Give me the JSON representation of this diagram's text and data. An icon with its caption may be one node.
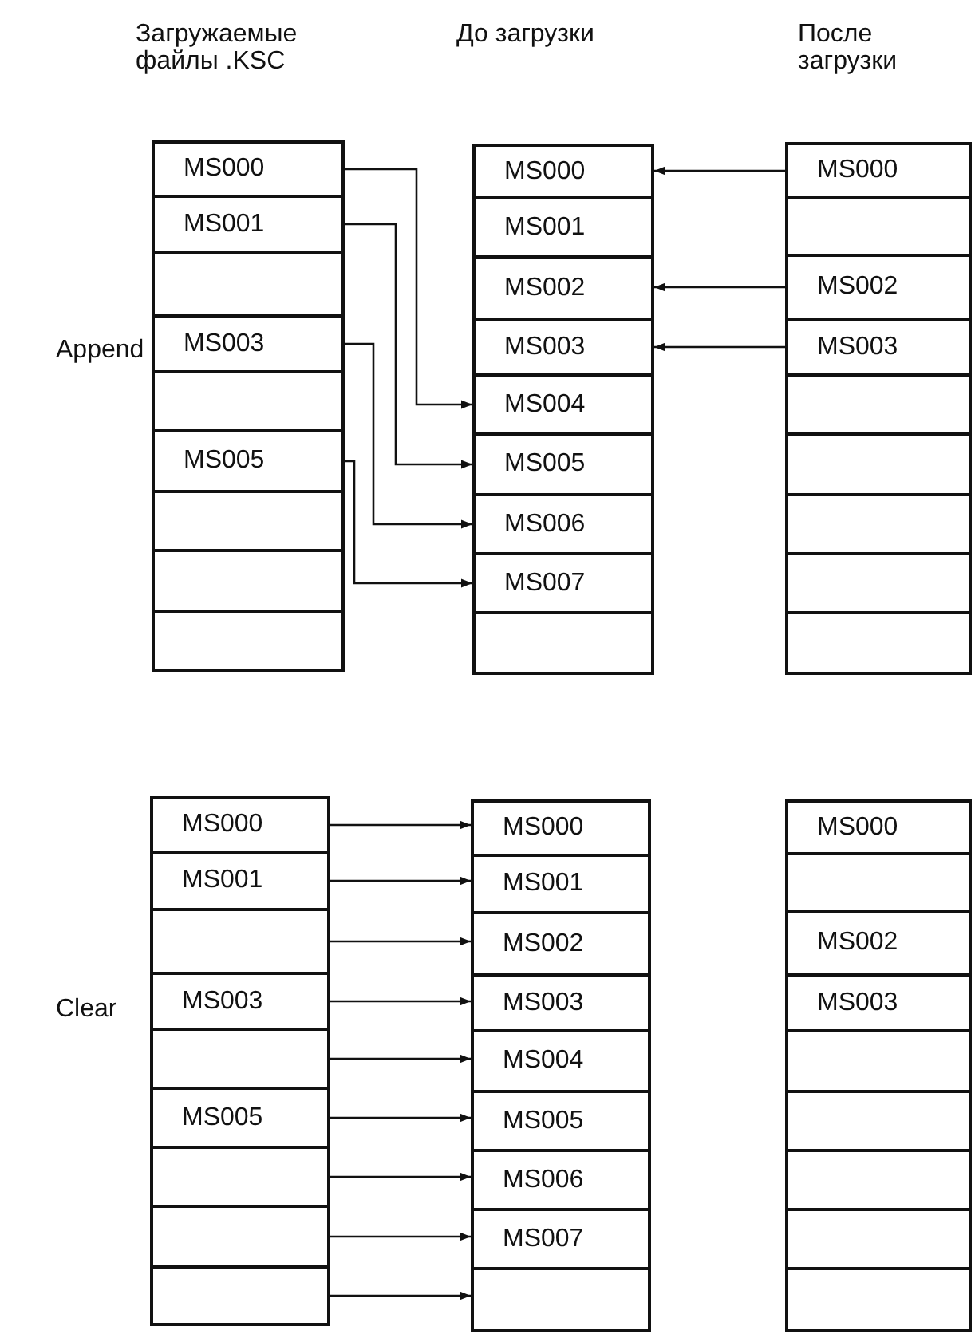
{
  "diagram": {
    "nodes": [
      {
        "text": [
          "MS000"
        ]
      },
      {
        "text": [
          "MS001"
        ]
      },
      {
        "text": [],
        "shape": "box"
      },
      {
        "text": [
          "MS003"
        ]
      },
      {
        "text": [],
        "shape": "box"
      },
      {
        "text": [
          "MS005"
        ]
      },
      {
        "text": [],
        "shape": "box"
      },
      {
        "text": [],
        "shape": "box"
      },
      {
        "text": [],
        "shape": "box"
      },
      {
        "text": [
          "MS000"
        ]
      },
      {
        "text": [
          "MS001"
        ]
      },
      {
        "text": [
          "MS002"
        ]
      },
      {
        "text": [
          "MS003"
        ]
      },
      {
        "text": [
          "MS004"
        ]
      },
      {
        "text": [
          "MS005"
        ]
      },
      {
        "text": [
          "MS006"
        ]
      },
      {
        "text": [
          "MS007"
        ]
      },
      {
        "text": [],
        "shape": "box"
      },
      {
        "text": [
          "MS000"
        ]
      },
      {
        "text": [],
        "shape": "box"
      },
      {
        "text": [
          "MS002"
        ]
      },
      {
        "text": [
          "MS003"
        ]
      },
      {
        "text": [],
        "shape": "box"
      },
      {
        "text": [],
        "shape": "box"
      },
      {
        "text": [],
        "shape": "box"
      },
      {
        "text": [],
        "shape": "box"
      },
      {
        "text": [],
        "shape": "box"
      },
      {
        "text": [
          "MS000"
        ]
      },
      {
        "text": [
          "MS001"
        ]
      },
      {
        "text": [],
        "shape": "box"
      },
      {
        "text": [
          "MS003"
        ]
      },
      {
        "text": [],
        "shape": "box"
      },
      {
        "text": [
          "MS005"
        ]
      },
      {
        "text": [],
        "shape": "box"
      },
      {
        "text": [],
        "shape": "box"
      },
      {
        "text": [],
        "shape": "box"
      },
      {
        "text": [
          "MS000"
        ]
      },
      {
        "text": [
          "MS001"
        ]
      },
      {
        "text": [
          "MS002"
        ]
      },
      {
        "text": [
          "MS003"
        ]
      },
      {
        "text": [
          "MS004"
        ]
      },
      {
        "text": [
          "MS005"
        ]
      },
      {
        "text": [
          "MS006"
        ]
      },
      {
        "text": [
          "MS007"
        ]
      },
      {
        "text": [],
        "shape": "box"
      },
      {
        "text": [
          "MS000"
        ]
      },
      {
        "text": [],
        "shape": "box"
      },
      {
        "text": [
          "MS002"
        ]
      },
      {
        "text": [
          "MS003"
        ]
      },
      {
        "text": [],
        "shape": "box"
      },
      {
        "text": [],
        "shape": "box"
      },
      {
        "text": [],
        "shape": "box"
      },
      {
        "text": [],
        "shape": "box"
      },
      {
        "text": [],
        "shape": "box"
      }
    ],
    "edges": [
      {
        "from": 0,
        "to": 13,
        "arrow": "to"
      },
      {
        "from": 1,
        "to": 14,
        "arrow": "to"
      },
      {
        "from": 3,
        "to": 15,
        "arrow": "to"
      },
      {
        "from": 5,
        "to": 16,
        "arrow": "to"
      },
      {
        "from": 18,
        "to": 9,
        "arrow": "to"
      },
      {
        "from": 20,
        "to": 11,
        "arrow": "to"
      },
      {
        "from": 21,
        "to": 12,
        "arrow": "to"
      },
      {
        "from": 27,
        "to": 36,
        "arrow": "to"
      },
      {
        "from": 28,
        "to": 37,
        "arrow": "to"
      },
      {
        "from": 29,
        "to": 38,
        "arrow": "to"
      },
      {
        "from": 30,
        "to": 39,
        "arrow": "to"
      },
      {
        "from": 31,
        "to": 40,
        "arrow": "to"
      },
      {
        "from": 32,
        "to": 41,
        "arrow": "to"
      },
      {
        "from": 33,
        "to": 42,
        "arrow": "to"
      },
      {
        "from": 34,
        "to": 43,
        "arrow": "to"
      },
      {
        "from": 35,
        "to": 44,
        "arrow": "to"
      }
    ],
    "labels": [
      "Загружаемые файлы .KSC",
      "До загрузки",
      "После загрузки",
      "Append",
      "Clear"
    ]
  }
}
